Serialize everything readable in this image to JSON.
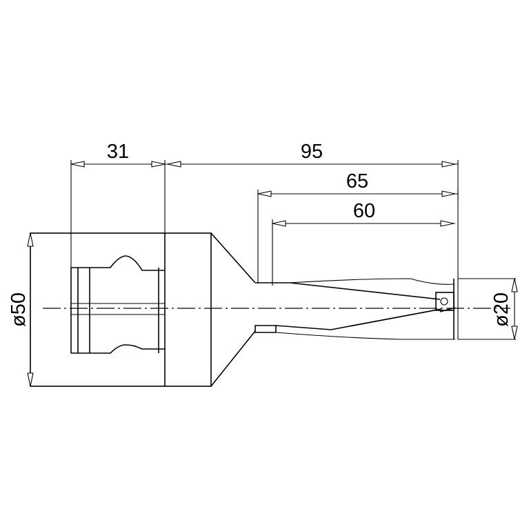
{
  "dimensions": {
    "overall_length": "95",
    "shank_length": "31",
    "flute_length": "65",
    "depth_length": "60",
    "shank_diameter": "ø50",
    "cutting_diameter": "ø20"
  }
}
